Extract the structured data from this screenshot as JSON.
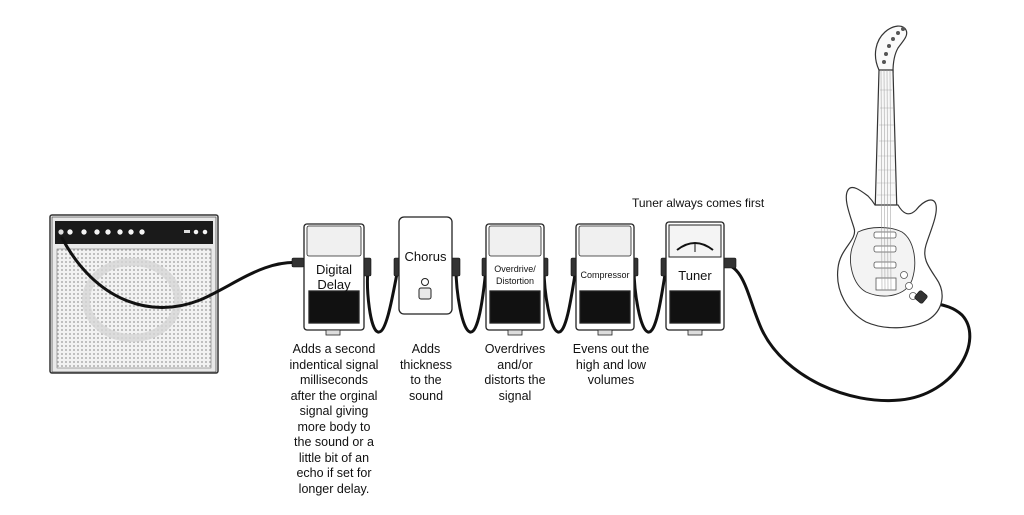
{
  "note": "Tuner always comes first",
  "pedals": [
    {
      "name": "Digital\nDelay",
      "description": "Adds a second\nindentical signal\nmilliseconds\nafter the orginal\nsignal giving\nmore body to\nthe sound or a\nlittle bit of an\necho if set for\nlonger delay."
    },
    {
      "name": "Chorus",
      "description": "Adds\nthickness\nto the\nsound"
    },
    {
      "name": "Overdrive/\nDistortion",
      "description": "Overdrives\nand/or\ndistorts the\nsignal"
    },
    {
      "name": "Compressor",
      "description": "Evens out the\nhigh and low\nvolumes"
    },
    {
      "name": "Tuner",
      "description": ""
    }
  ],
  "icons": [
    "amplifier-icon",
    "guitar-icon",
    "cable-icon"
  ]
}
